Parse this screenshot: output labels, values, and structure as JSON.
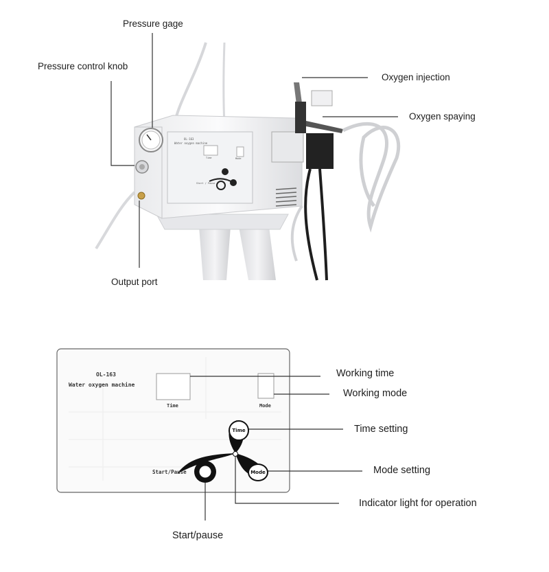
{
  "top_labels": {
    "pressure_gage": "Pressure gage",
    "pressure_control_knob": "Pressure control knob",
    "output_port": "Output port",
    "oxygen_injection": "Oxygen injection",
    "oxygen_spraying": "Oxygen spaying"
  },
  "machine_panel_small": {
    "model": "OL-163",
    "name": "Water oxygen machine",
    "time": "Time",
    "mode": "Mode",
    "start": "Start / Pause"
  },
  "panel": {
    "model": "OL-163",
    "name": "Water oxygen machine",
    "time_label": "Time",
    "mode_label": "Mode",
    "start_pause_label": "Start/Pause",
    "time_button": "Time",
    "mode_button": "Mode"
  },
  "bottom_labels": {
    "working_time": "Working time",
    "working_mode": "Working mode",
    "time_setting": "Time setting",
    "mode_setting": "Mode setting",
    "indicator_light": "Indicator light for operation",
    "start_pause": "Start/pause"
  }
}
